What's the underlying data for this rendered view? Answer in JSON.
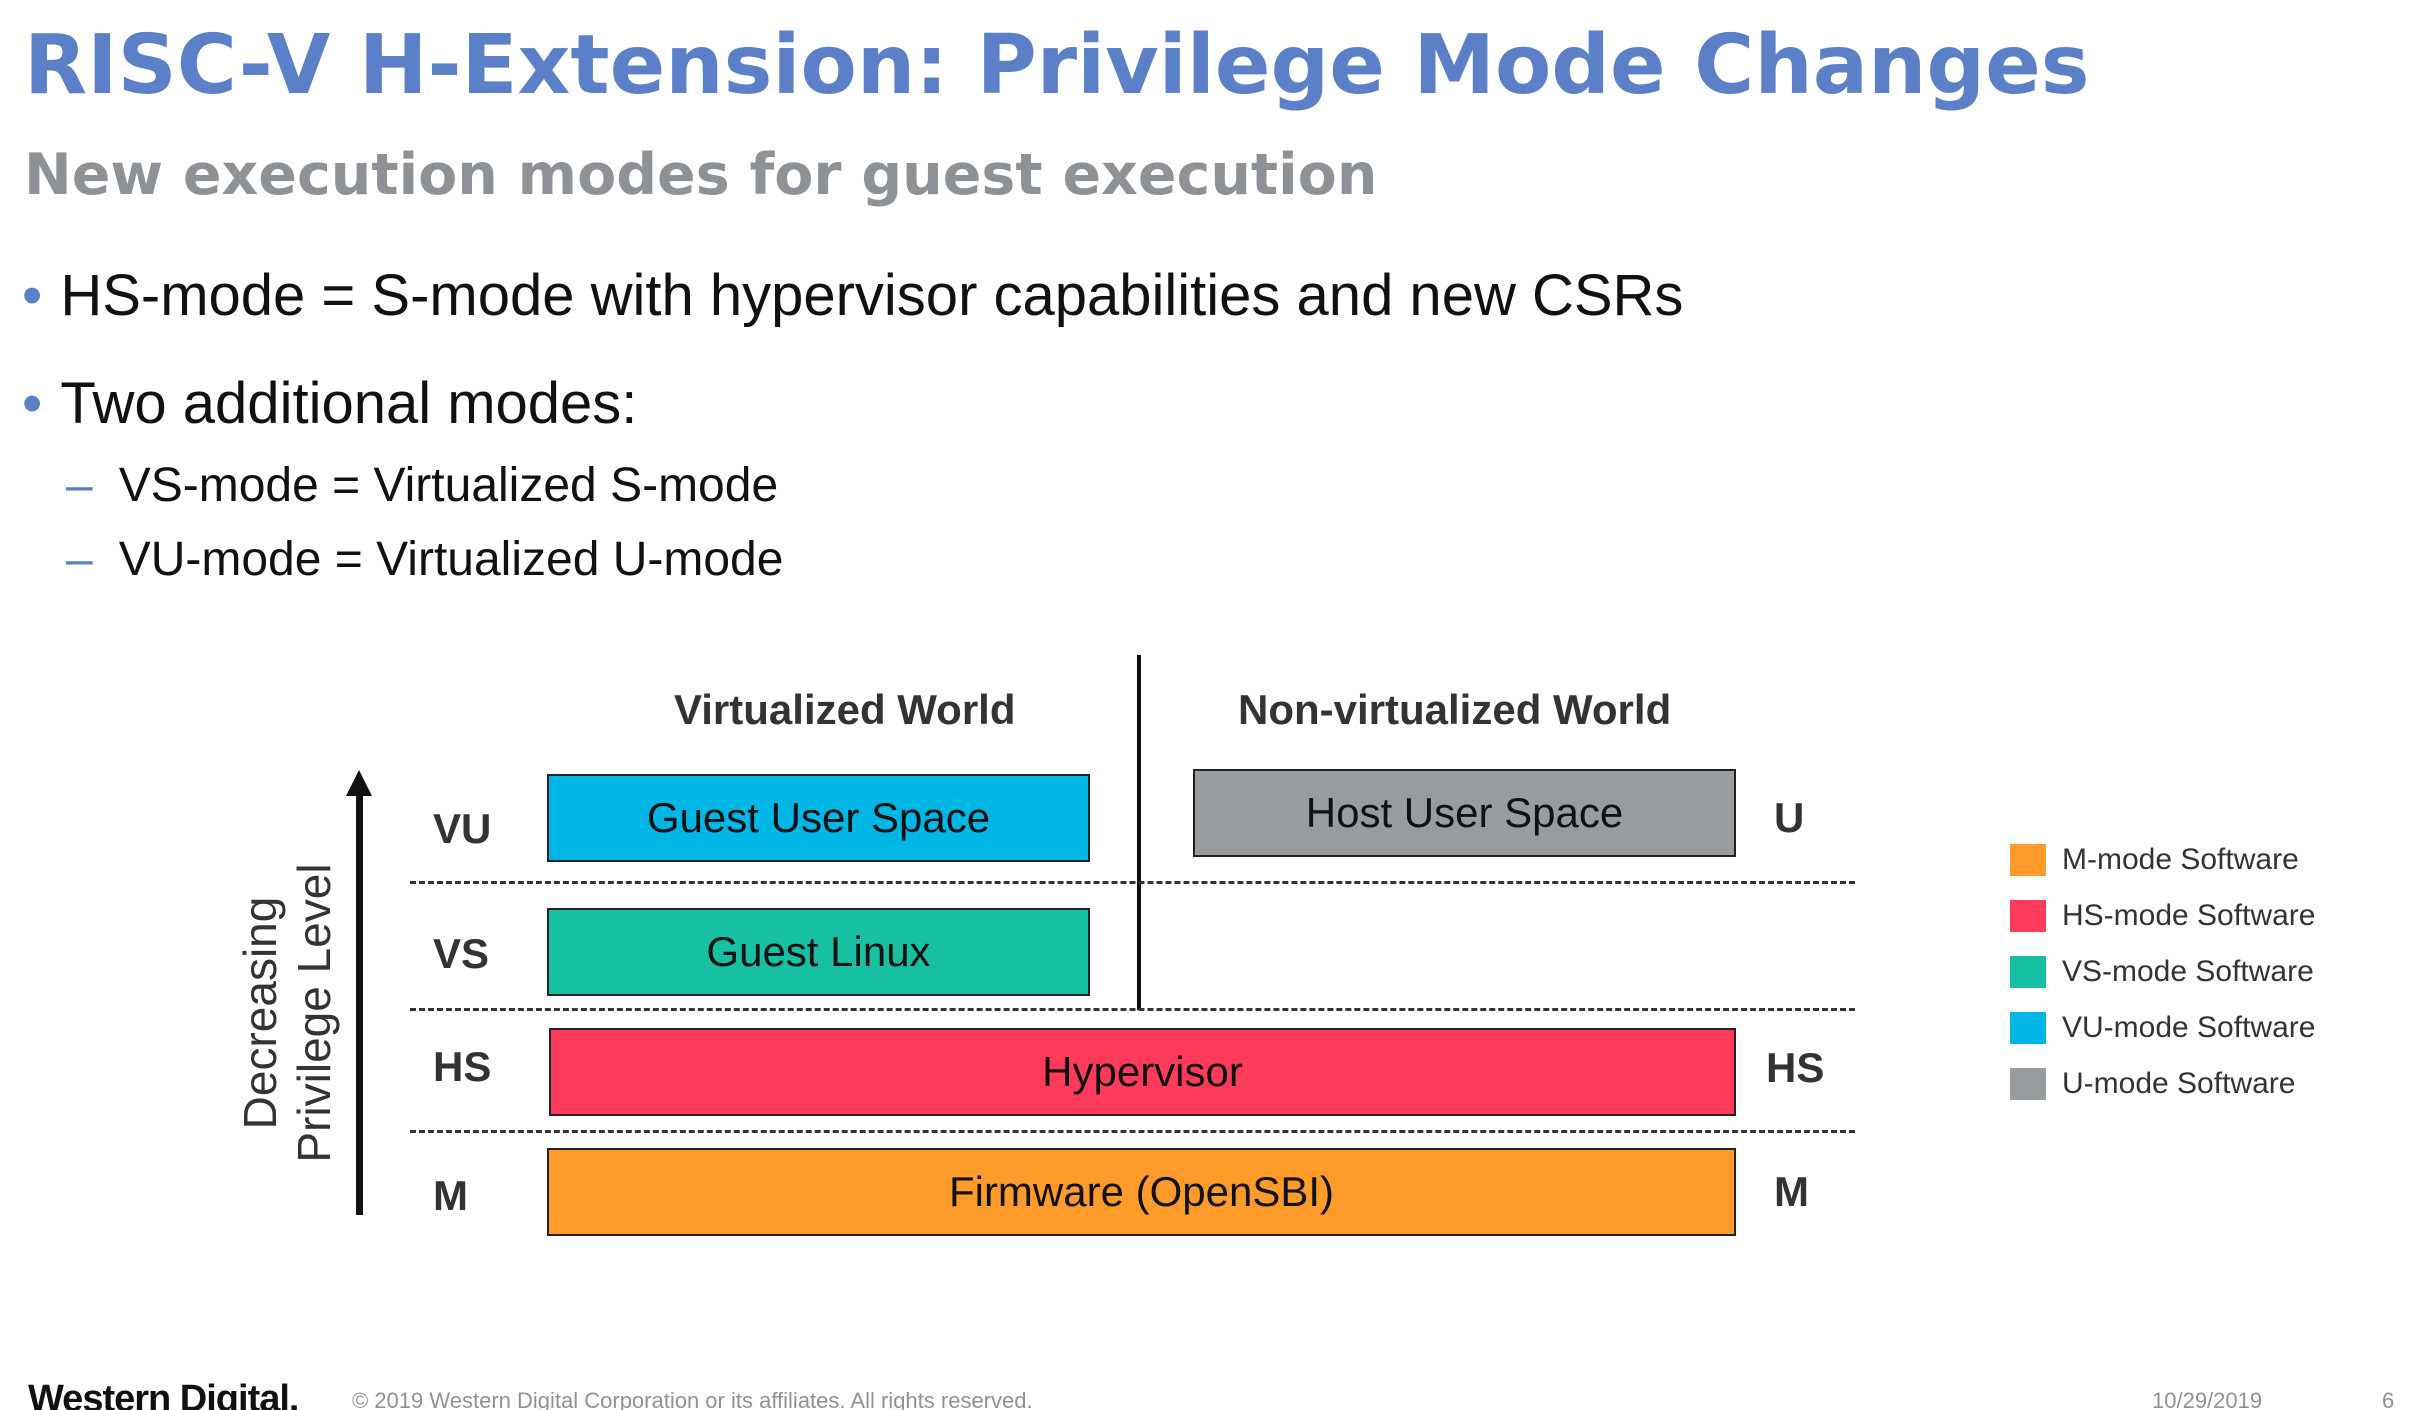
{
  "slide": {
    "title": "RISC-V H-Extension: Privilege Mode Changes",
    "subtitle": "New execution modes for guest execution",
    "bullets": [
      {
        "text": "HS-mode = S-mode with hypervisor capabilities and new CSRs"
      },
      {
        "text": "Two additional modes:"
      }
    ],
    "sub_bullets": [
      {
        "text": "VS-mode = Virtualized S-mode"
      },
      {
        "text": "VU-mode = Virtualized U-mode"
      }
    ],
    "bullet_glyph": "•",
    "sub_bullet_glyph": "–"
  },
  "diagram": {
    "virtualized_world_label": "Virtualized World",
    "nonvirtualized_world_label": "Non-virtualized World",
    "axis_label_line1": "Decreasing",
    "axis_label_line2": "Privilege Level",
    "left_modes": [
      "VU",
      "VS",
      "HS",
      "M"
    ],
    "right_modes": [
      "U",
      "HS",
      "M"
    ],
    "boxes": {
      "guest_user_space": "Guest User Space",
      "host_user_space": "Host User Space",
      "guest_linux": "Guest Linux",
      "hypervisor": "Hypervisor",
      "firmware": "Firmware (OpenSBI)"
    },
    "colors": {
      "m_mode": "#ff9b2b",
      "hs_mode": "#ff3b5b",
      "vs_mode": "#17bfa3",
      "vu_mode": "#00b6e5",
      "u_mode": "#989c9f"
    }
  },
  "legend": [
    {
      "label": "M-mode Software",
      "color": "#ff9b2b"
    },
    {
      "label": "HS-mode Software",
      "color": "#ff3b5b"
    },
    {
      "label": "VS-mode Software",
      "color": "#17bfa3"
    },
    {
      "label": "VU-mode Software",
      "color": "#00b6e5"
    },
    {
      "label": "U-mode Software",
      "color": "#989c9f"
    }
  ],
  "footer": {
    "logo": "Western Digital.",
    "copyright": "© 2019 Western Digital Corporation or its affiliates. All rights reserved.",
    "date": "10/29/2019",
    "page": "6"
  }
}
